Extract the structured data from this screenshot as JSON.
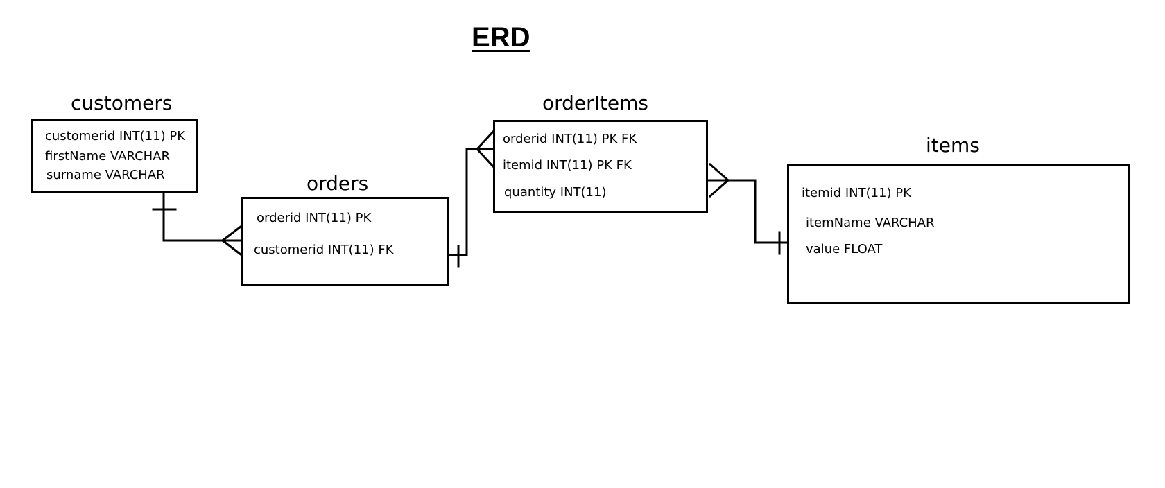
{
  "title": "ERD",
  "entities": {
    "customers": {
      "name": "customers",
      "attributes": [
        "customerid INT(11) PK",
        "firstName VARCHAR",
        "surname VARCHAR"
      ]
    },
    "orders": {
      "name": "orders",
      "attributes": [
        "orderid INT(11) PK",
        "customerid INT(11) FK"
      ]
    },
    "orderItems": {
      "name": "orderItems",
      "attributes": [
        "orderid INT(11) PK FK",
        "itemid INT(11) PK FK",
        "quantity INT(11)"
      ]
    },
    "items": {
      "name": "items",
      "attributes": [
        "itemid INT(11) PK",
        "itemName VARCHAR",
        "value FLOAT"
      ]
    }
  },
  "relationships": [
    {
      "from": "customers",
      "from_cardinality": "one",
      "to": "orders",
      "to_cardinality": "many"
    },
    {
      "from": "orders",
      "from_cardinality": "one",
      "to": "orderItems",
      "to_cardinality": "many"
    },
    {
      "from": "items",
      "from_cardinality": "one",
      "to": "orderItems",
      "to_cardinality": "many"
    }
  ]
}
